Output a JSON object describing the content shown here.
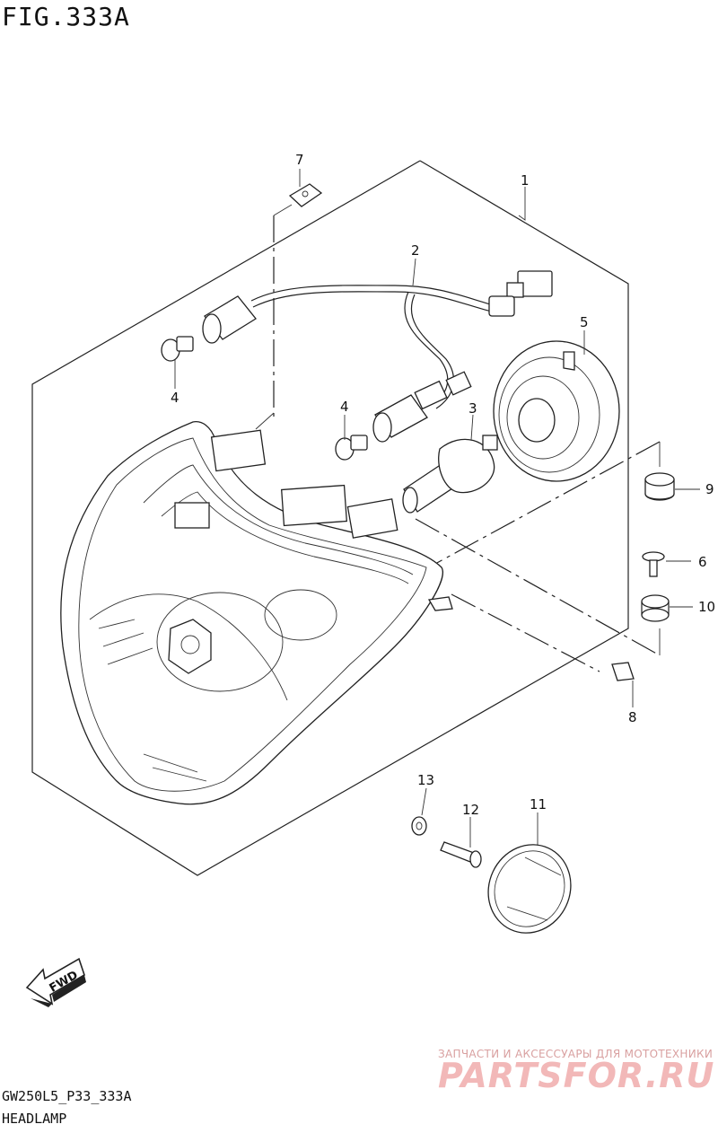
{
  "header": {
    "figure_title": "FIG.333A"
  },
  "footer": {
    "code": "GW250L5_P33_333A",
    "name": "HEADLAMP"
  },
  "watermark": {
    "tagline": "ЗАПЧАСТИ И АКСЕССУАРЫ ДЛЯ МОТОТЕХНИКИ",
    "brand": "PARTSFOR.RU",
    "color": "#f2b8b8"
  },
  "direction_badge": {
    "label": "FWD"
  },
  "callouts": {
    "c1": "1",
    "c2": "2",
    "c3": "3",
    "c4a": "4",
    "c4b": "4",
    "c5": "5",
    "c6": "6",
    "c7": "7",
    "c8": "8",
    "c9": "9",
    "c10": "10",
    "c11": "11",
    "c12": "12",
    "c13": "13"
  }
}
